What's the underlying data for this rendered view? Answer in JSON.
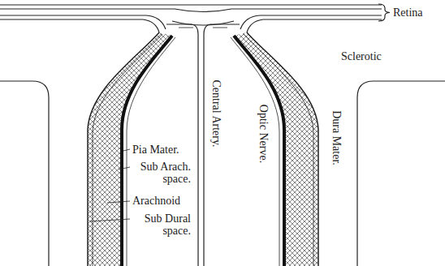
{
  "diagram": {
    "labels": [
      "Retina",
      "Sclerotic",
      "Pia Mater.",
      "Sub Arach. space.",
      "Arachnoid",
      "Sub Dural space.",
      "Central Artery.",
      "Optic Nerve.",
      "Dura Mater."
    ]
  }
}
